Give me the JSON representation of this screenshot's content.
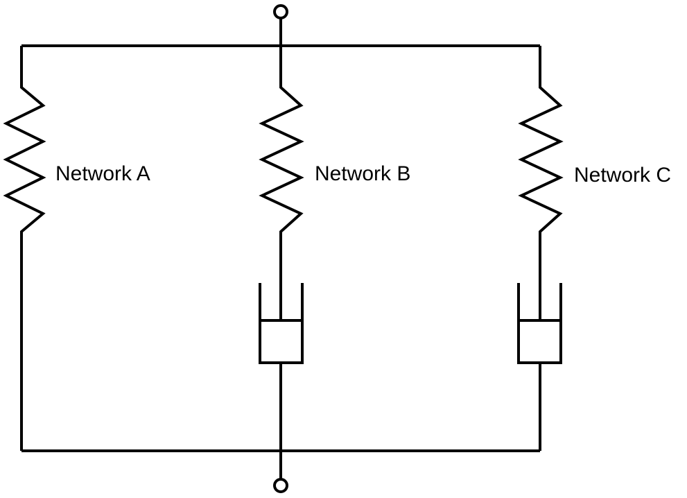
{
  "diagram": {
    "type": "rheological-network",
    "branches": [
      {
        "label": "Network A",
        "elements": [
          "spring"
        ]
      },
      {
        "label": "Network B",
        "elements": [
          "spring",
          "dashpot"
        ]
      },
      {
        "label": "Network C",
        "elements": [
          "spring",
          "dashpot"
        ]
      }
    ],
    "connection": "parallel",
    "terminals": [
      "top",
      "bottom"
    ]
  },
  "colors": {
    "line": "#000000",
    "background": "#ffffff"
  }
}
